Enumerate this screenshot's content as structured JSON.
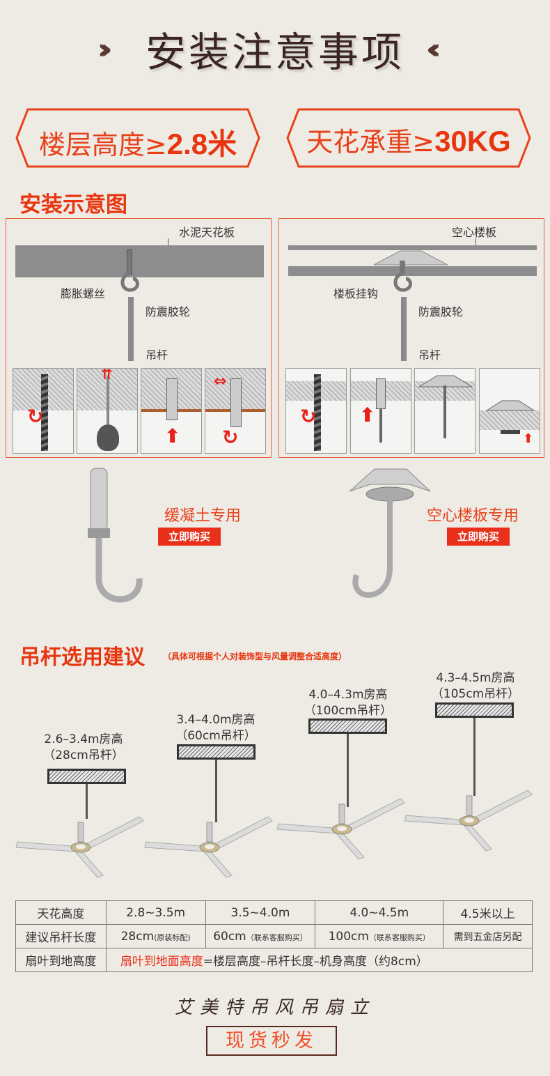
{
  "header": {
    "title": "安装注意事项",
    "left_chevron": "›››",
    "right_chevron": "‹‹‹"
  },
  "requirements": [
    {
      "label": "楼层高度≥",
      "value": "2.8米"
    },
    {
      "label": "天花承重≥",
      "value": "30KG"
    }
  ],
  "diagram_section": {
    "title": "安装示意图",
    "left": {
      "ceiling": "水泥天花板",
      "screw": "膨胀螺丝",
      "rubber": "防震胶轮",
      "rod": "吊杆"
    },
    "right": {
      "ceiling": "空心楼板",
      "hook": "楼板挂钩",
      "rubber": "防震胶轮",
      "rod": "吊杆"
    }
  },
  "products": [
    {
      "label": "缓凝土专用",
      "button": "立即购买"
    },
    {
      "label": "空心楼板专用",
      "button": "立即购买"
    }
  ],
  "rod_section": {
    "title": "吊杆选用建议",
    "subtitle": "（具体可根据个人对装饰型与风量调整合适高度）",
    "fans": [
      {
        "height": "2.6–3.4m房高",
        "rod": "（28cm吊杆）"
      },
      {
        "height": "3.4–4.0m房高",
        "rod": "（60cm吊杆）"
      },
      {
        "height": "4.0–4.3m房高",
        "rod": "（100cm吊杆）"
      },
      {
        "height": "4.3–4.5m房高",
        "rod": "（105cm吊杆）"
      }
    ]
  },
  "table": {
    "row1": [
      "天花高度",
      "2.8~3.5m",
      "3.5~4.0m",
      "4.0~4.5m",
      "4.5米以上"
    ],
    "row2": {
      "head": "建议吊杆长度",
      "c1": "28cm",
      "c1n": "(原装标配)",
      "c2": "60cm",
      "c2n": "（联系客服购买）",
      "c3": "100cm",
      "c3n": "（联系客服购买）",
      "c4": "需到五金店另配"
    },
    "row3": {
      "head": "扇叶到地高度",
      "red": "扇叶到地面高度",
      "formula": "=楼层高度–吊杆长度–机身高度（约8cm）"
    }
  },
  "footer": {
    "brand_script": "艾美特吊风吊扇立",
    "stock_button": "现货秒发"
  },
  "colors": {
    "accent": "#e8350f",
    "title": "#3b2520",
    "background": "#eeebe5"
  }
}
